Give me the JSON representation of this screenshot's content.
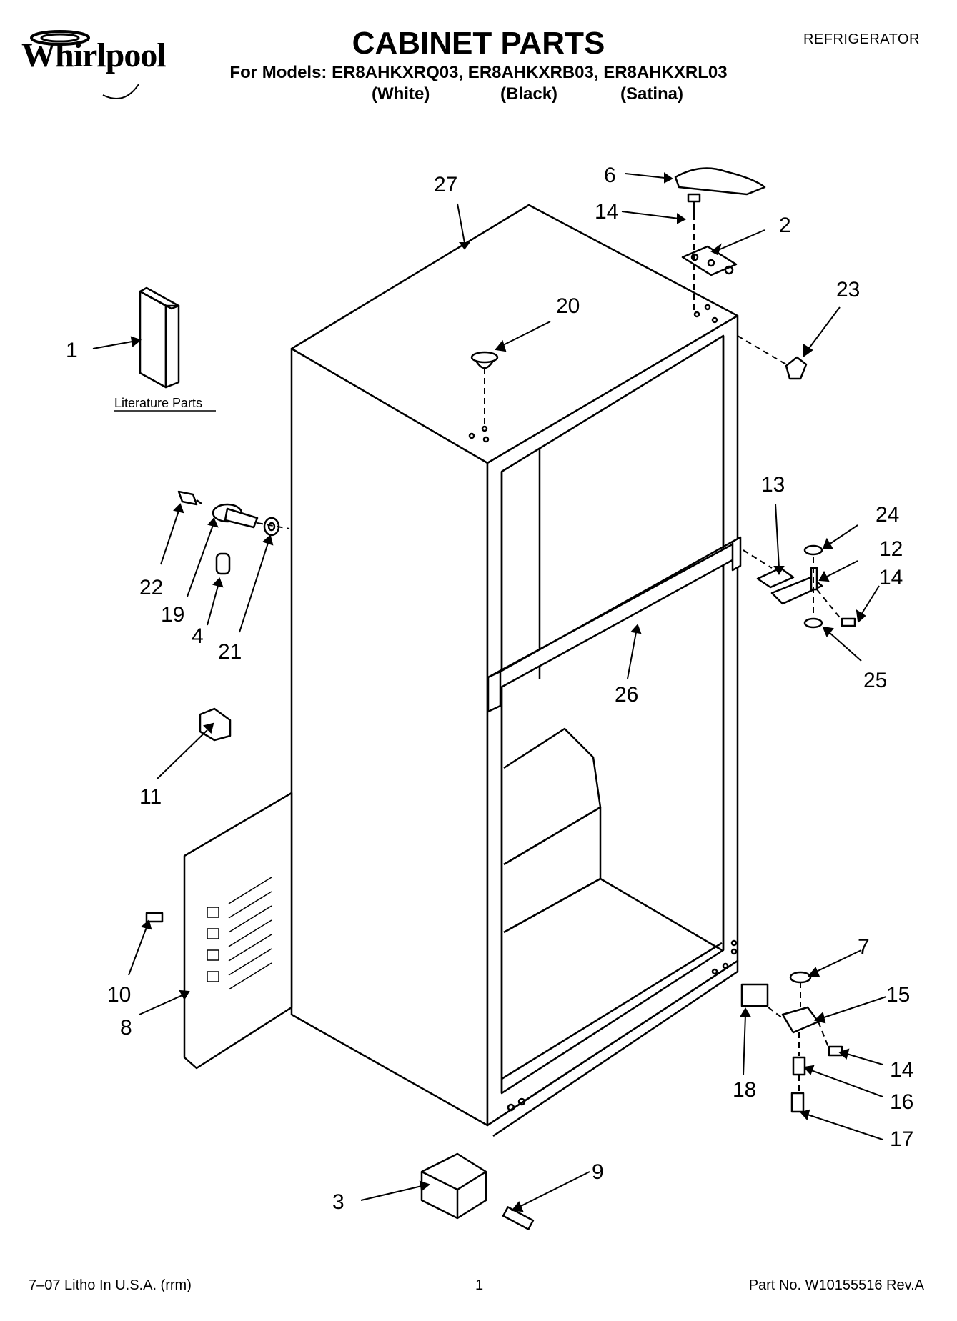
{
  "header": {
    "brand_logo": "Whirlpool",
    "title": "CABINET PARTS",
    "models_line": "For Models: ER8AHKXRQ03, ER8AHKXRB03, ER8AHKXRL03",
    "variants": [
      "(White)",
      "(Black)",
      "(Satina)"
    ],
    "category": "REFRIGERATOR"
  },
  "diagram": {
    "literature_label": "Literature Parts",
    "callouts": [
      "27",
      "6",
      "14",
      "2",
      "20",
      "23",
      "1",
      "13",
      "24",
      "12",
      "14",
      "22",
      "19",
      "4",
      "21",
      "26",
      "25",
      "11",
      "7",
      "15",
      "10",
      "8",
      "14",
      "16",
      "18",
      "17",
      "9",
      "3"
    ]
  },
  "footer": {
    "litho": "7–07 Litho In U.S.A. (rrm)",
    "page": "1",
    "part_no": "Part No. W10155516 Rev.A"
  },
  "colors": {
    "ink": "#000000",
    "paper": "#ffffff"
  }
}
